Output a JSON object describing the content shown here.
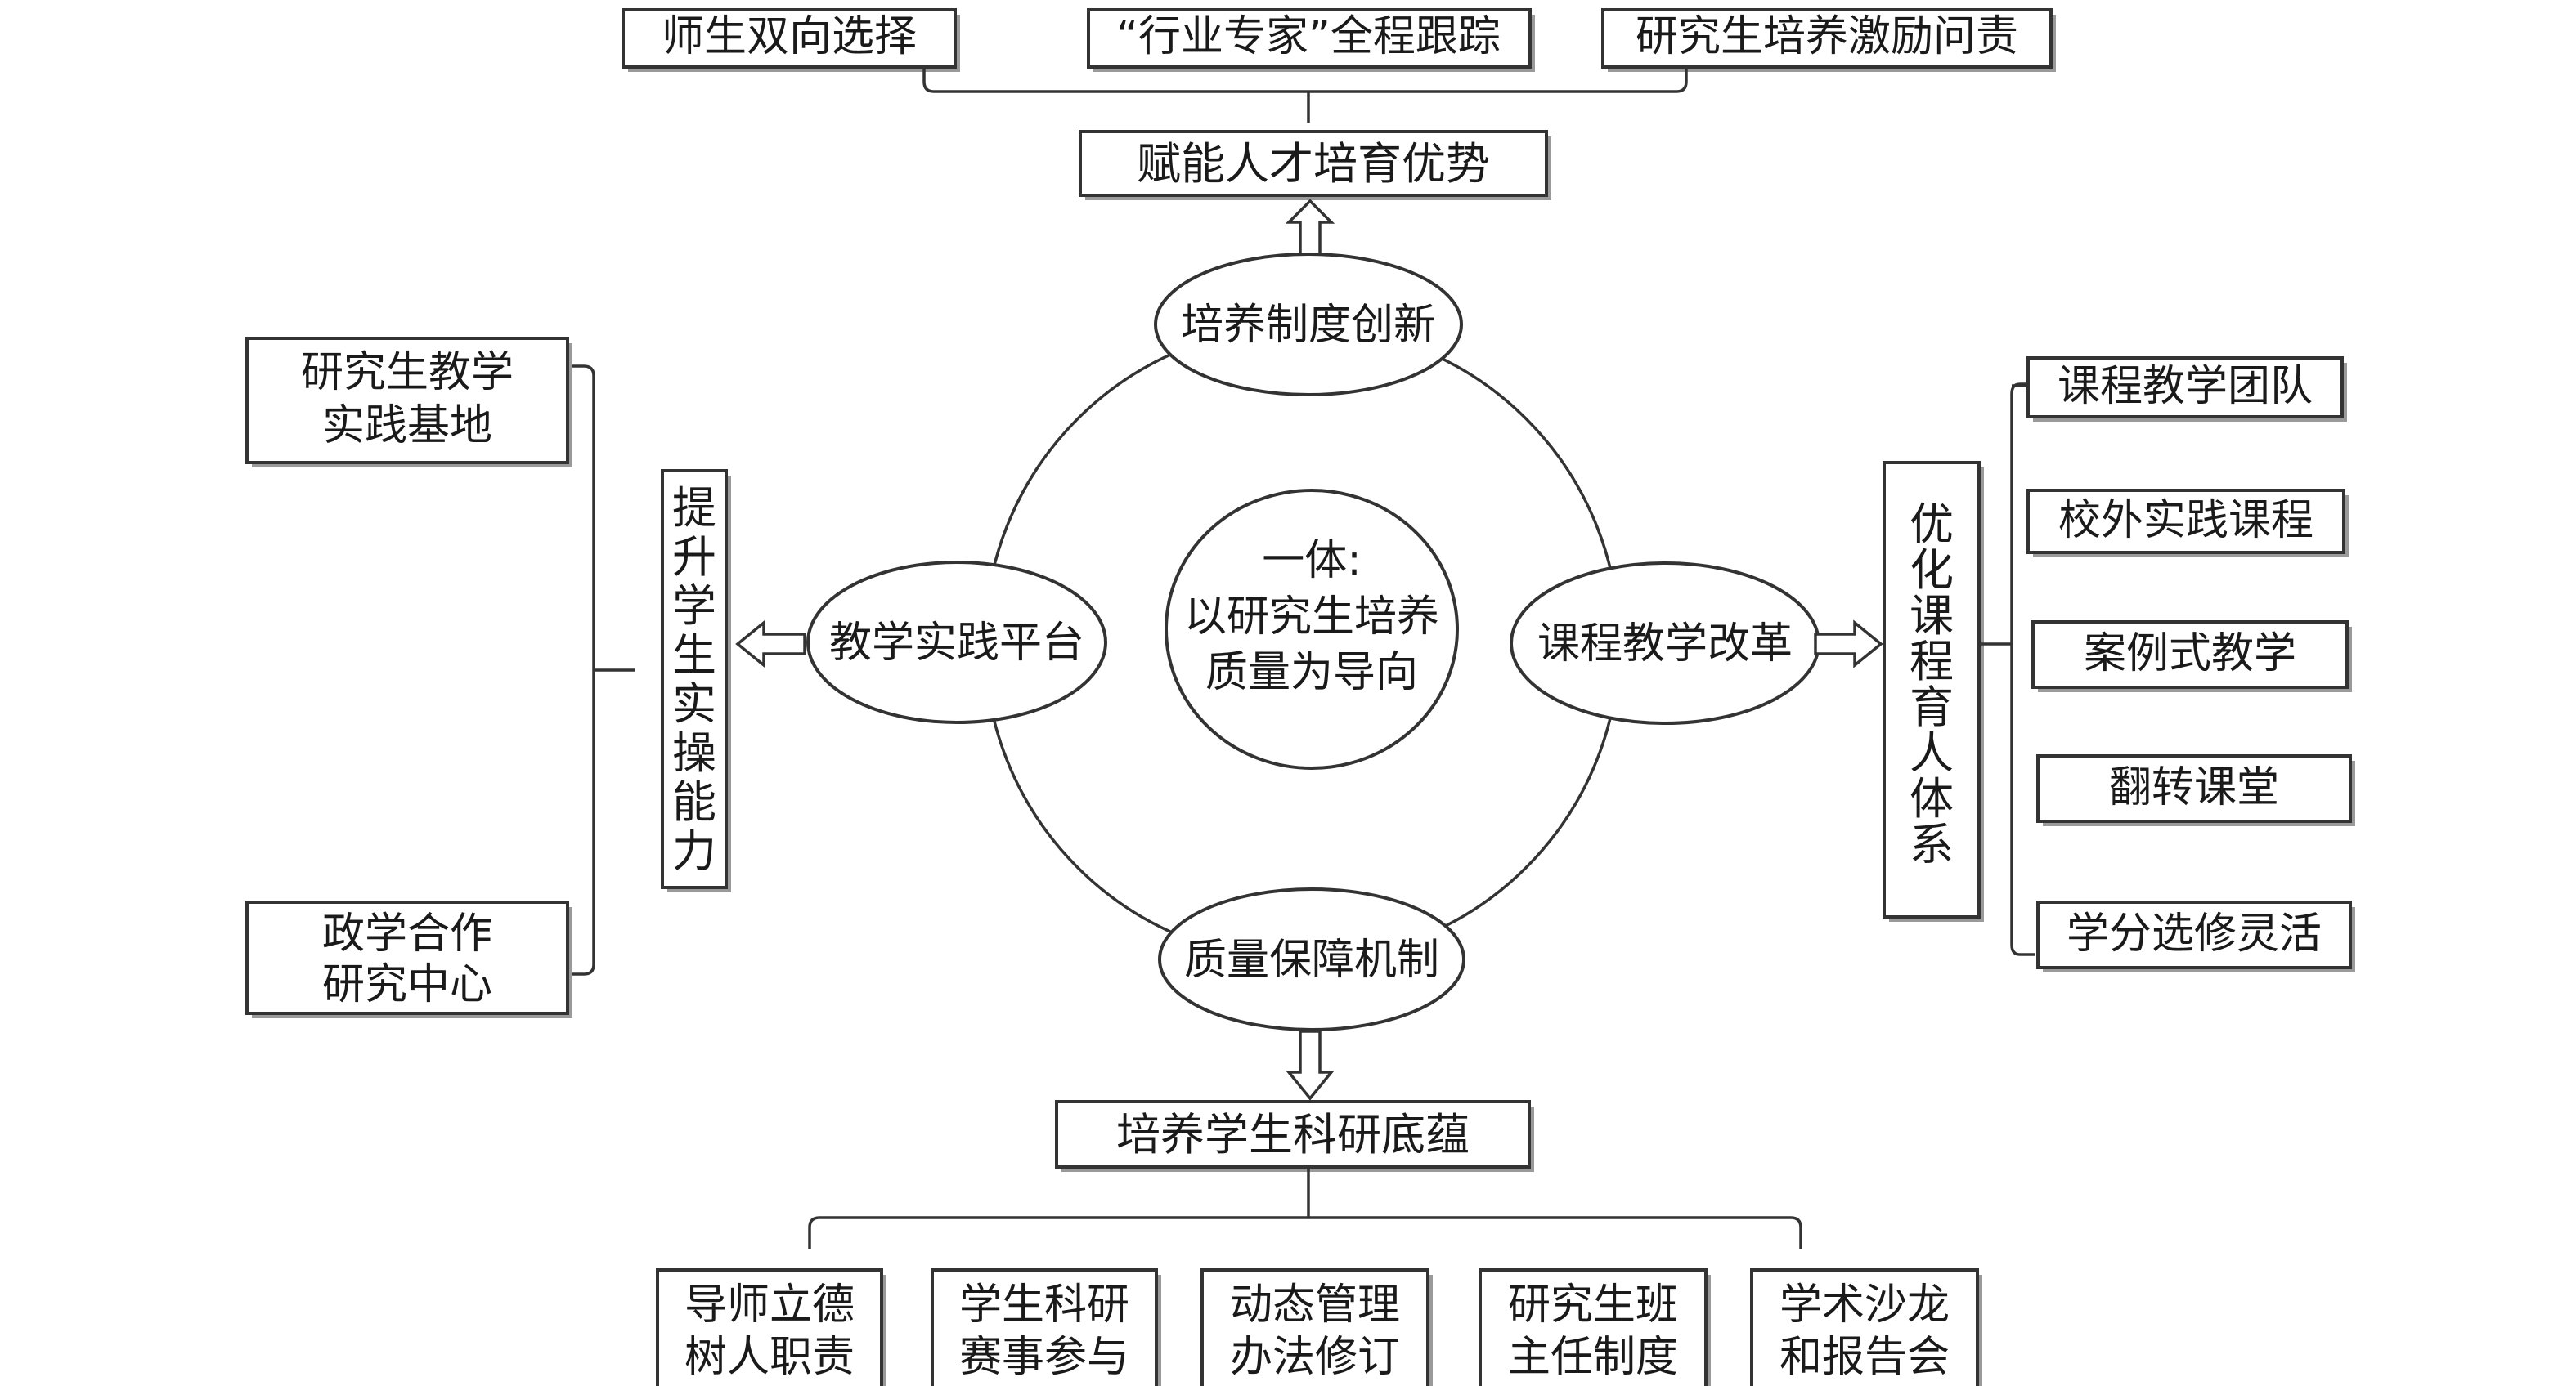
{
  "top_items": [
    "师生双向选择",
    "“行业专家”全程跟踪",
    "研究生培养激励问责"
  ],
  "top_outcome": "赋能人才培育优势",
  "nodes": {
    "top": "培养制度创新",
    "left": "教学实践平台",
    "right": "课程教学改革",
    "bottom": "质量保障机制"
  },
  "core": {
    "line1": "一体:",
    "line2": "以研究生培养",
    "line3": "质量为导向"
  },
  "left_outcome": "提升学生实操能力",
  "left_items": [
    {
      "line1": "研究生教学",
      "line2": "实践基地"
    },
    {
      "line1": "政学合作",
      "line2": "研究中心"
    }
  ],
  "right_outcome": "优化课程育人体系",
  "right_items": [
    "课程教学团队",
    "校外实践课程",
    "案例式教学",
    "翻转课堂",
    "学分选修灵活"
  ],
  "bottom_outcome": "培养学生科研底蕴",
  "bottom_items": [
    {
      "line1": "导师立德",
      "line2": "树人职责"
    },
    {
      "line1": "学生科研",
      "line2": "赛事参与"
    },
    {
      "line1": "动态管理",
      "line2": "办法修订"
    },
    {
      "line1": "研究生班",
      "line2": "主任制度"
    },
    {
      "line1": "学术沙龙",
      "line2": "和报告会"
    }
  ]
}
